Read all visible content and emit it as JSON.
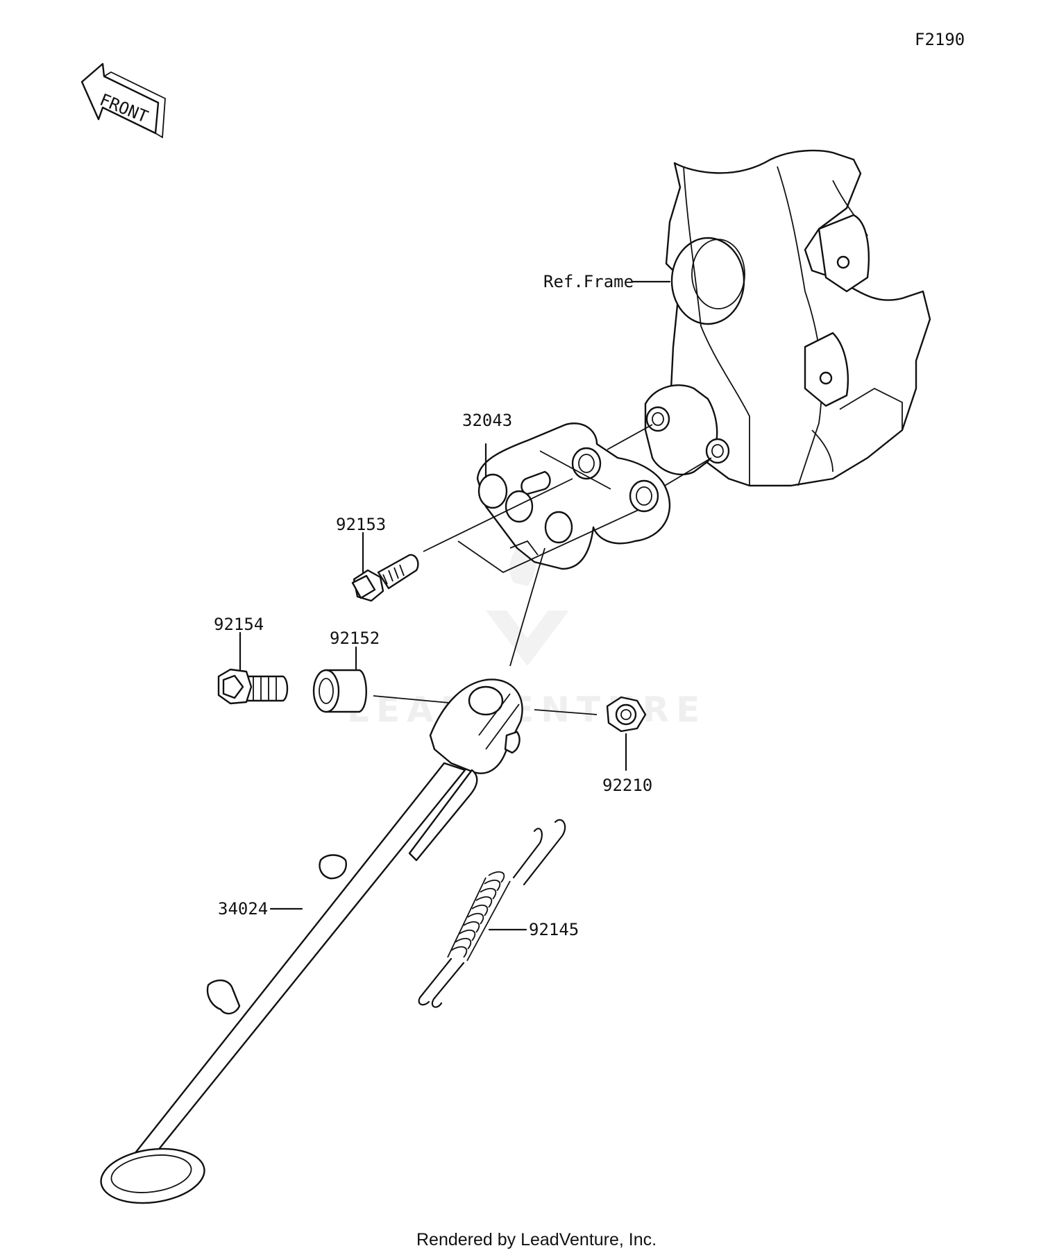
{
  "diagram_code": "F2190",
  "front_arrow_text": "FRONT",
  "watermark": "LEADVENTURE",
  "footer": "Rendered by LeadVenture, Inc.",
  "callouts": {
    "ref_frame": "Ref.Frame",
    "bracket": "32043",
    "bolt_small": "92153",
    "bolt_large": "92154",
    "collar": "92152",
    "nut": "92210",
    "side_stand": "34024",
    "spring": "92145"
  }
}
